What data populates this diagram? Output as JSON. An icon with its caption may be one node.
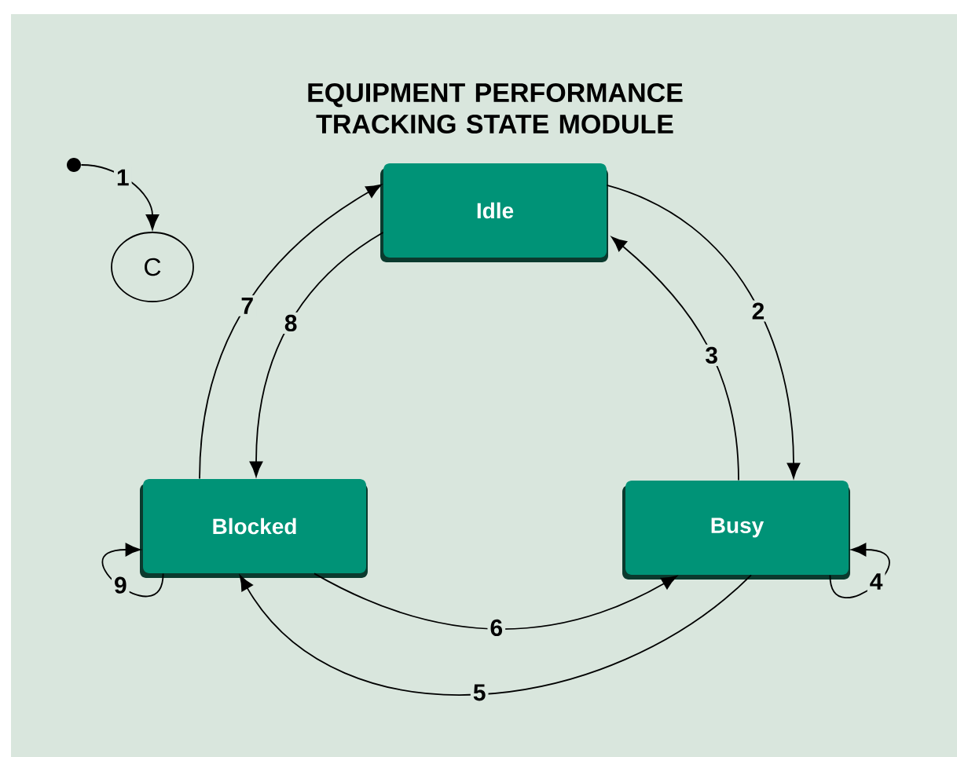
{
  "diagram": {
    "title": "EQUIPMENT PERFORMANCE TRACKING STATE MODULE",
    "nodes": [
      {
        "text": [],
        "shape": "circle"
      },
      {
        "text": [
          "C"
        ]
      },
      {
        "text": [
          "Idle"
        ]
      },
      {
        "text": [
          "Blocked"
        ]
      },
      {
        "text": [
          "Busy"
        ]
      }
    ],
    "edges": [
      {
        "from": 0,
        "to": 1,
        "arrow": "to",
        "label": "1"
      },
      {
        "from": 2,
        "to": 4,
        "arrow": "to",
        "label": "2"
      },
      {
        "from": 4,
        "to": 2,
        "arrow": "to",
        "label": "3"
      },
      {
        "from": 4,
        "to": 4,
        "arrow": "to",
        "label": "4"
      },
      {
        "from": 4,
        "to": 3,
        "arrow": "to",
        "label": "5"
      },
      {
        "from": 3,
        "to": 4,
        "arrow": "to",
        "label": "6"
      },
      {
        "from": 3,
        "to": 2,
        "arrow": "to",
        "label": "7"
      },
      {
        "from": 2,
        "to": 3,
        "arrow": "to",
        "label": "8"
      },
      {
        "from": 3,
        "to": 3,
        "arrow": "to",
        "label": "9"
      }
    ]
  }
}
